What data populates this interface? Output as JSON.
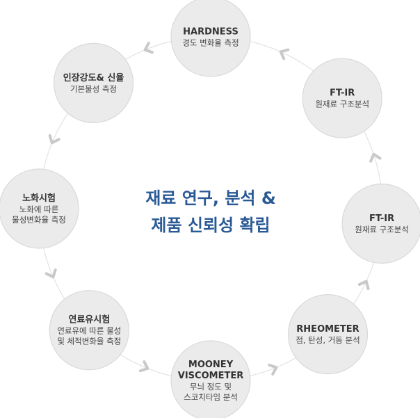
{
  "center": {
    "line1": "재료 연구, 분석 &",
    "line2": "제품 신뢰성 확립",
    "color": "#2a5a96"
  },
  "nodes": [
    {
      "id": "hardness",
      "title": [
        "HARDNESS"
      ],
      "sub": [
        "경도 변화율 측정"
      ]
    },
    {
      "id": "ftir-1",
      "title": [
        "FT-IR"
      ],
      "sub": [
        "원재료 구조분석"
      ]
    },
    {
      "id": "ftir-2",
      "title": [
        "FT-IR"
      ],
      "sub": [
        "원재료 구조분석"
      ]
    },
    {
      "id": "rheometer",
      "title": [
        "RHEOMETER"
      ],
      "sub": [
        "점, 탄성, 거동 분석"
      ]
    },
    {
      "id": "mooney",
      "title": [
        "MOONEY",
        "VISCOMETER"
      ],
      "sub": [
        "무늬 정도 및",
        "스코치타임 분석"
      ]
    },
    {
      "id": "fuel-oil",
      "title": [
        "연료유시험"
      ],
      "sub": [
        "연료유에 따른 물성",
        "및 체적변화율 측정"
      ]
    },
    {
      "id": "aging",
      "title": [
        "노화시험"
      ],
      "sub": [
        "노화에 따른",
        "물성변화율 측정"
      ]
    },
    {
      "id": "tensile",
      "title": [
        "인장강도& 신율"
      ],
      "sub": [
        "기본물성 측정"
      ]
    }
  ],
  "colors": {
    "node_fill": "#ebebeb",
    "ring": "#e2e2e2",
    "arrow": "#c9c9c9",
    "center_text": "#2a5a96"
  }
}
